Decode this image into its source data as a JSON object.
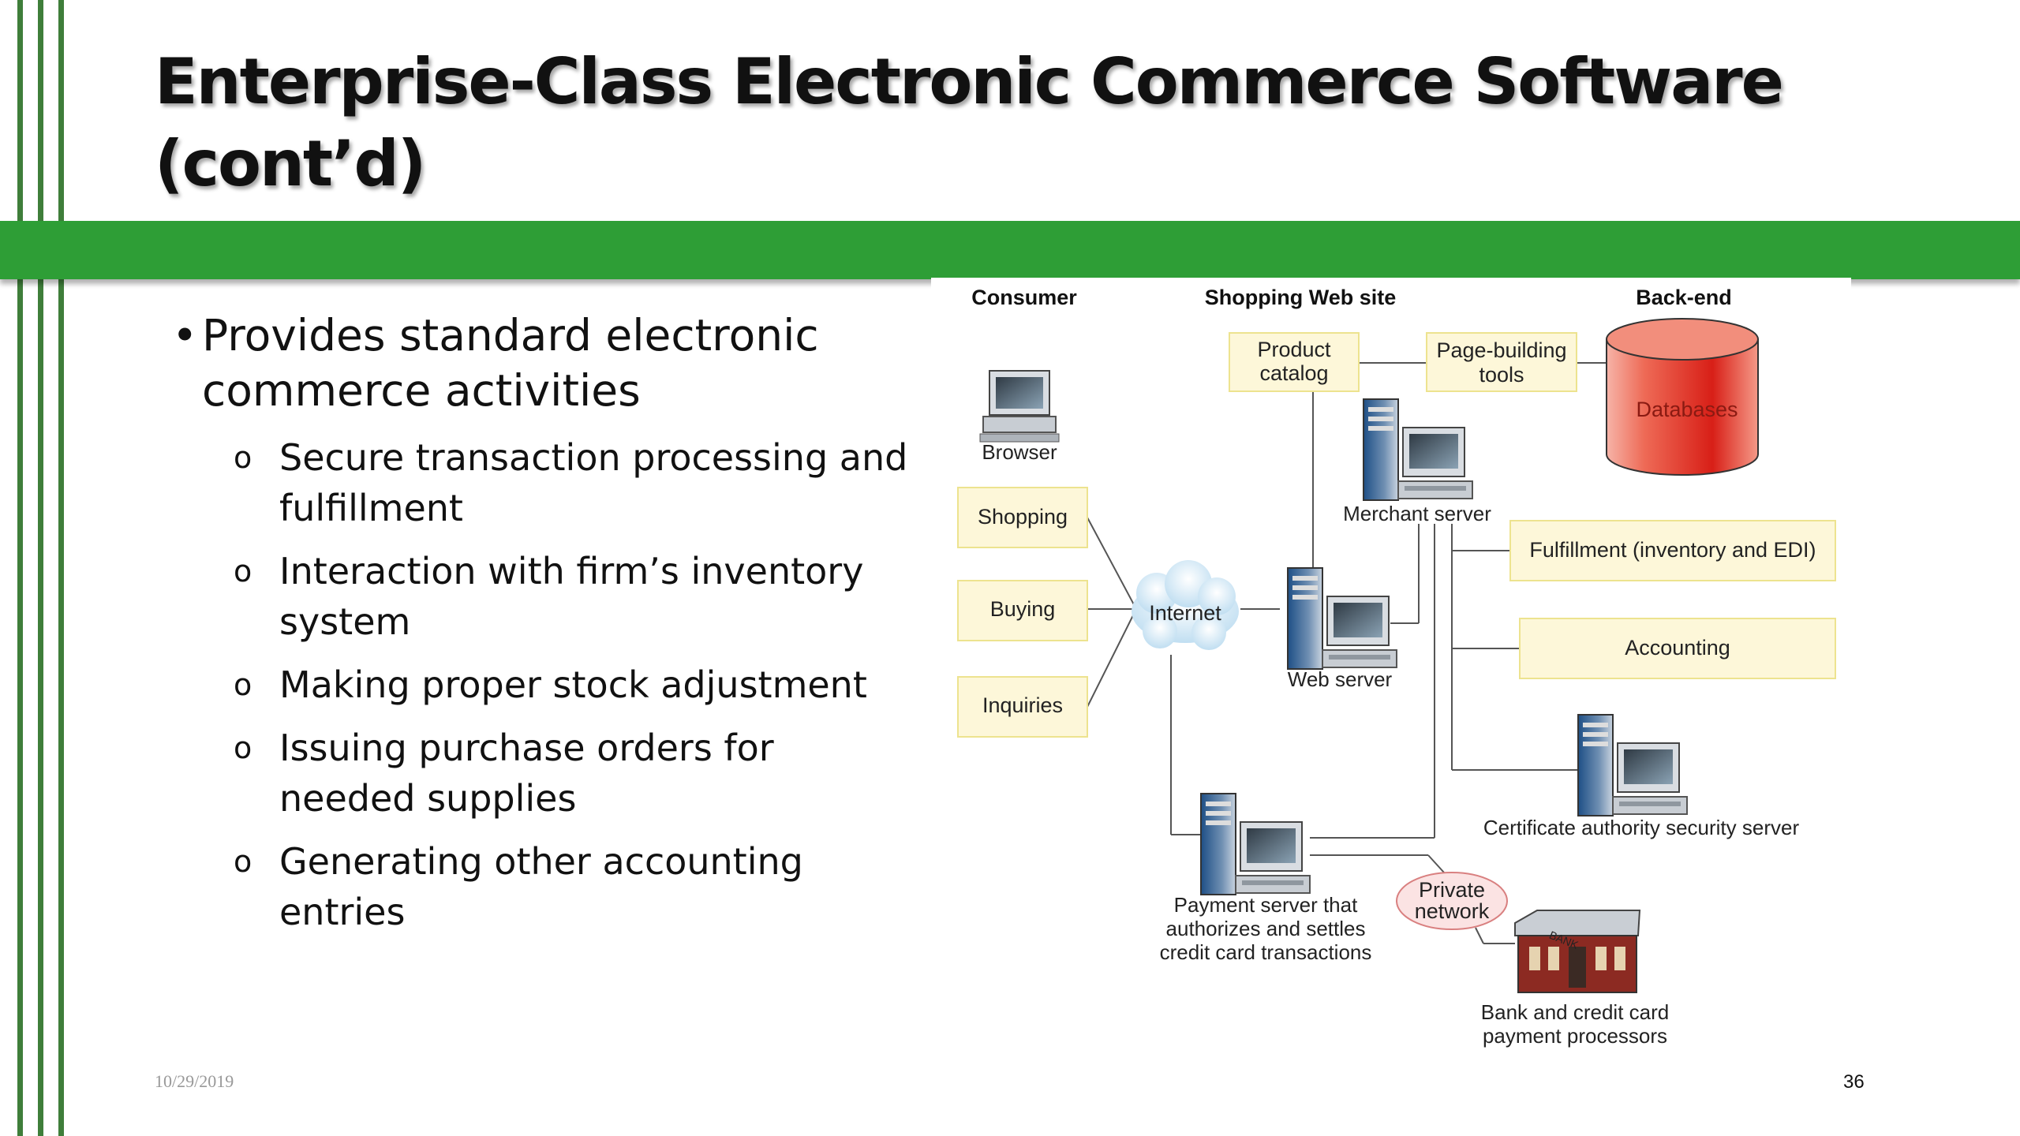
{
  "slide": {
    "title_line1": "Enterprise-Class Electronic Commerce Software",
    "title_line2": "(cont’d)",
    "date": "10/29/2019",
    "page_number": "36"
  },
  "colors": {
    "band": "#2e9e36",
    "vertical_lines": "#3f7e3a",
    "box_fill": "#fdf7d9",
    "database": "#e8312a",
    "cloud": "#cfe6f4"
  },
  "bullets": {
    "main": {
      "line1": "Provides standard electronic",
      "line2": "commerce activities"
    },
    "sub": [
      {
        "line1": "Secure transaction processing and",
        "line2": "fulfillment"
      },
      {
        "line1": "Interaction with firm’s inventory",
        "line2": "system"
      },
      {
        "line1": "Making proper stock adjustment",
        "line2": ""
      },
      {
        "line1": "Issuing purchase orders for",
        "line2": "needed supplies"
      },
      {
        "line1": "Generating other accounting",
        "line2": "entries"
      }
    ]
  },
  "diagram": {
    "headers": {
      "consumer": "Consumer",
      "shopping_site": "Shopping Web site",
      "backend": "Back-end"
    },
    "browser": "Browser",
    "consumer_boxes": {
      "shopping": "Shopping",
      "buying": "Buying",
      "inquiries": "Inquiries"
    },
    "internet": "Internet",
    "product_catalog": {
      "line1": "Product",
      "line2": "catalog"
    },
    "page_building": {
      "line1": "Page-building",
      "line2": "tools"
    },
    "databases": "Databases",
    "merchant_server": "Merchant server",
    "web_server": "Web server",
    "fulfillment": "Fulfillment (inventory and EDI)",
    "accounting": "Accounting",
    "cert_server": "Certificate authority security server",
    "payment_server": {
      "line1": "Payment server that",
      "line2": "authorizes and settles",
      "line3": "credit card transactions"
    },
    "private_network": {
      "line1": "Private",
      "line2": "network"
    },
    "bank": {
      "sign": "BANK",
      "line1": "Bank and credit card",
      "line2": "payment processors"
    }
  }
}
